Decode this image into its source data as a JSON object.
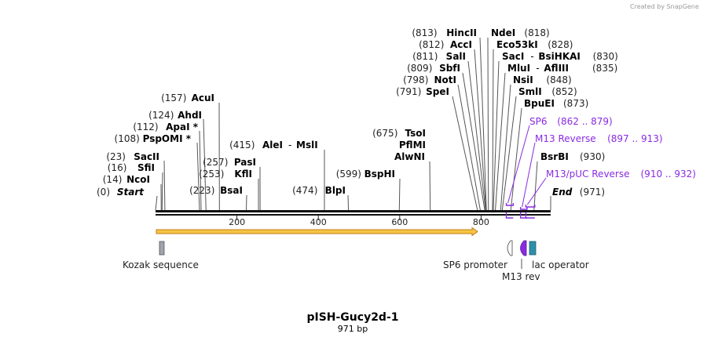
{
  "watermark": "Created by SnapGene",
  "map": {
    "title": "pISH-Gucy2d-1",
    "length_label": "971 bp",
    "length": 971,
    "ticks": [
      200,
      400,
      600,
      800
    ]
  },
  "colors": {
    "backbone": "#111111",
    "orf_fill": "#f5c542",
    "orf_border": "#c47a17",
    "primer": "#8a2be2",
    "kozak": "#a0a4ad",
    "sp6_promoter": "#ffffff",
    "m13_rev": "#8a2be2",
    "lac_operator": "#2f8fa8"
  },
  "sites": [
    {
      "pos": "(0)",
      "name": "Start",
      "loc": 0,
      "italic": true
    },
    {
      "pos": "(14)",
      "name": "NcoI",
      "loc": 14
    },
    {
      "pos": "(16)",
      "name": "SfiI",
      "loc": 16
    },
    {
      "pos": "(23)",
      "name": "SacII",
      "loc": 23
    },
    {
      "pos": "(108)",
      "name": "PspOMI *",
      "loc": 108
    },
    {
      "pos": "(112)",
      "name": "ApaI *",
      "loc": 112
    },
    {
      "pos": "(124)",
      "name": "AhdI",
      "loc": 124
    },
    {
      "pos": "(157)",
      "name": "AcuI",
      "loc": 157
    },
    {
      "pos": "(223)",
      "name": "BsaI",
      "loc": 223
    },
    {
      "pos": "(253)",
      "name": "KflI",
      "loc": 253
    },
    {
      "pos": "(257)",
      "name": "PasI",
      "loc": 257
    },
    {
      "pos": "(415)",
      "name": "AleI",
      "name2": "MslI",
      "loc": 415
    },
    {
      "pos": "(474)",
      "name": "BlpI",
      "loc": 474
    },
    {
      "pos": "(599)",
      "name": "BspHI",
      "loc": 599
    },
    {
      "pos": "(675)",
      "name": "TsoI",
      "loc": 675
    },
    {
      "name": "PflMI",
      "loc": 675
    },
    {
      "name": "AlwNI",
      "loc": 675
    },
    {
      "pos": "(791)",
      "name": "SpeI",
      "loc": 791
    },
    {
      "pos": "(798)",
      "name": "NotI",
      "loc": 798
    },
    {
      "pos": "(809)",
      "name": "SbfI",
      "loc": 809
    },
    {
      "pos": "(811)",
      "name": "SalI",
      "loc": 811
    },
    {
      "pos": "(812)",
      "name": "AccI",
      "loc": 812
    },
    {
      "pos": "(813)",
      "name": "HincII",
      "loc": 813
    },
    {
      "name": "NdeI",
      "pos": "(818)",
      "loc": 818
    },
    {
      "name": "Eco53kI",
      "pos": "(828)",
      "loc": 828
    },
    {
      "name": "SacI",
      "name2": "BsiHKAI",
      "pos": "(830)",
      "loc": 830
    },
    {
      "name": "MluI",
      "name2": "AflIII",
      "pos": "(835)",
      "loc": 835
    },
    {
      "name": "NsiI",
      "pos": "(848)",
      "loc": 848
    },
    {
      "name": "SmlI",
      "pos": "(852)",
      "loc": 852
    },
    {
      "name": "BpuEI",
      "pos": "(873)",
      "loc": 873
    },
    {
      "name": "BsrBI",
      "pos": "(930)",
      "loc": 930
    },
    {
      "name": "End",
      "pos": "(971)",
      "loc": 971,
      "italic": true
    }
  ],
  "primers": [
    {
      "name": "SP6",
      "range": "(862 .. 879)",
      "start": 862,
      "end": 879
    },
    {
      "name": "M13 Reverse",
      "range": "(897 .. 913)",
      "start": 897,
      "end": 913
    },
    {
      "name": "M13/pUC Reverse",
      "range": "(910 .. 932)",
      "start": 910,
      "end": 932
    }
  ],
  "features": [
    {
      "name": "Kozak sequence",
      "type": "kozak"
    },
    {
      "name": "SP6 promoter",
      "type": "promoter"
    },
    {
      "name": "M13 rev",
      "type": "m13"
    },
    {
      "name": "lac operator",
      "type": "lac"
    }
  ]
}
